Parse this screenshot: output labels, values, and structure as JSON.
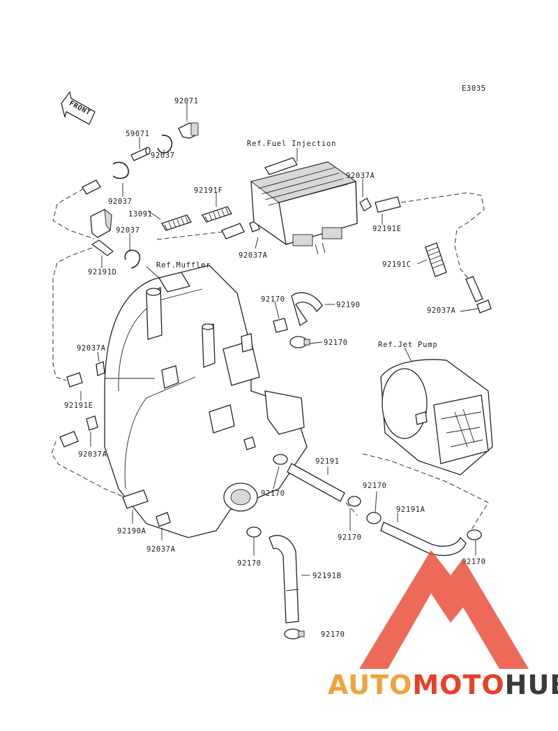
{
  "diagram_code": "E3035",
  "front_label": "FRONT",
  "refs": {
    "fuel_injection": "Ref.Fuel Injection",
    "muffler": "Ref.Muffler",
    "jet_pump": "Ref.Jet Pump"
  },
  "part_labels": {
    "p92071": "92071",
    "p59071": "59071",
    "p92037_a": "92037",
    "p92037_b": "92037",
    "p92037_c": "92037",
    "p92191F": "92191F",
    "p13091": "13091",
    "p92191D": "92191D",
    "p92037A_1": "92037A",
    "p92037A_2": "92037A",
    "p92037A_3": "92037A",
    "p92037A_4": "92037A",
    "p92037A_5": "92037A",
    "p92037A_6": "92037A",
    "p92191E_1": "92191E",
    "p92191E_2": "92191E",
    "p92191C": "92191C",
    "p92170_1": "92170",
    "p92170_2": "92170",
    "p92170_3": "92170",
    "p92170_4": "92170",
    "p92170_5": "92170",
    "p92170_6": "92170",
    "p92170_7": "92170",
    "p92170_8": "92170",
    "p92190": "92190",
    "p92191": "92191",
    "p92191A": "92191A",
    "p92191B": "92191B",
    "p92190A": "92190A"
  },
  "watermark": {
    "part1": "AUTO",
    "part2": "MOTO",
    "part3": "HUB",
    "color_red": "#e8402a",
    "color_orange": "#f2a23a",
    "color_dark": "#3a3a3a"
  }
}
